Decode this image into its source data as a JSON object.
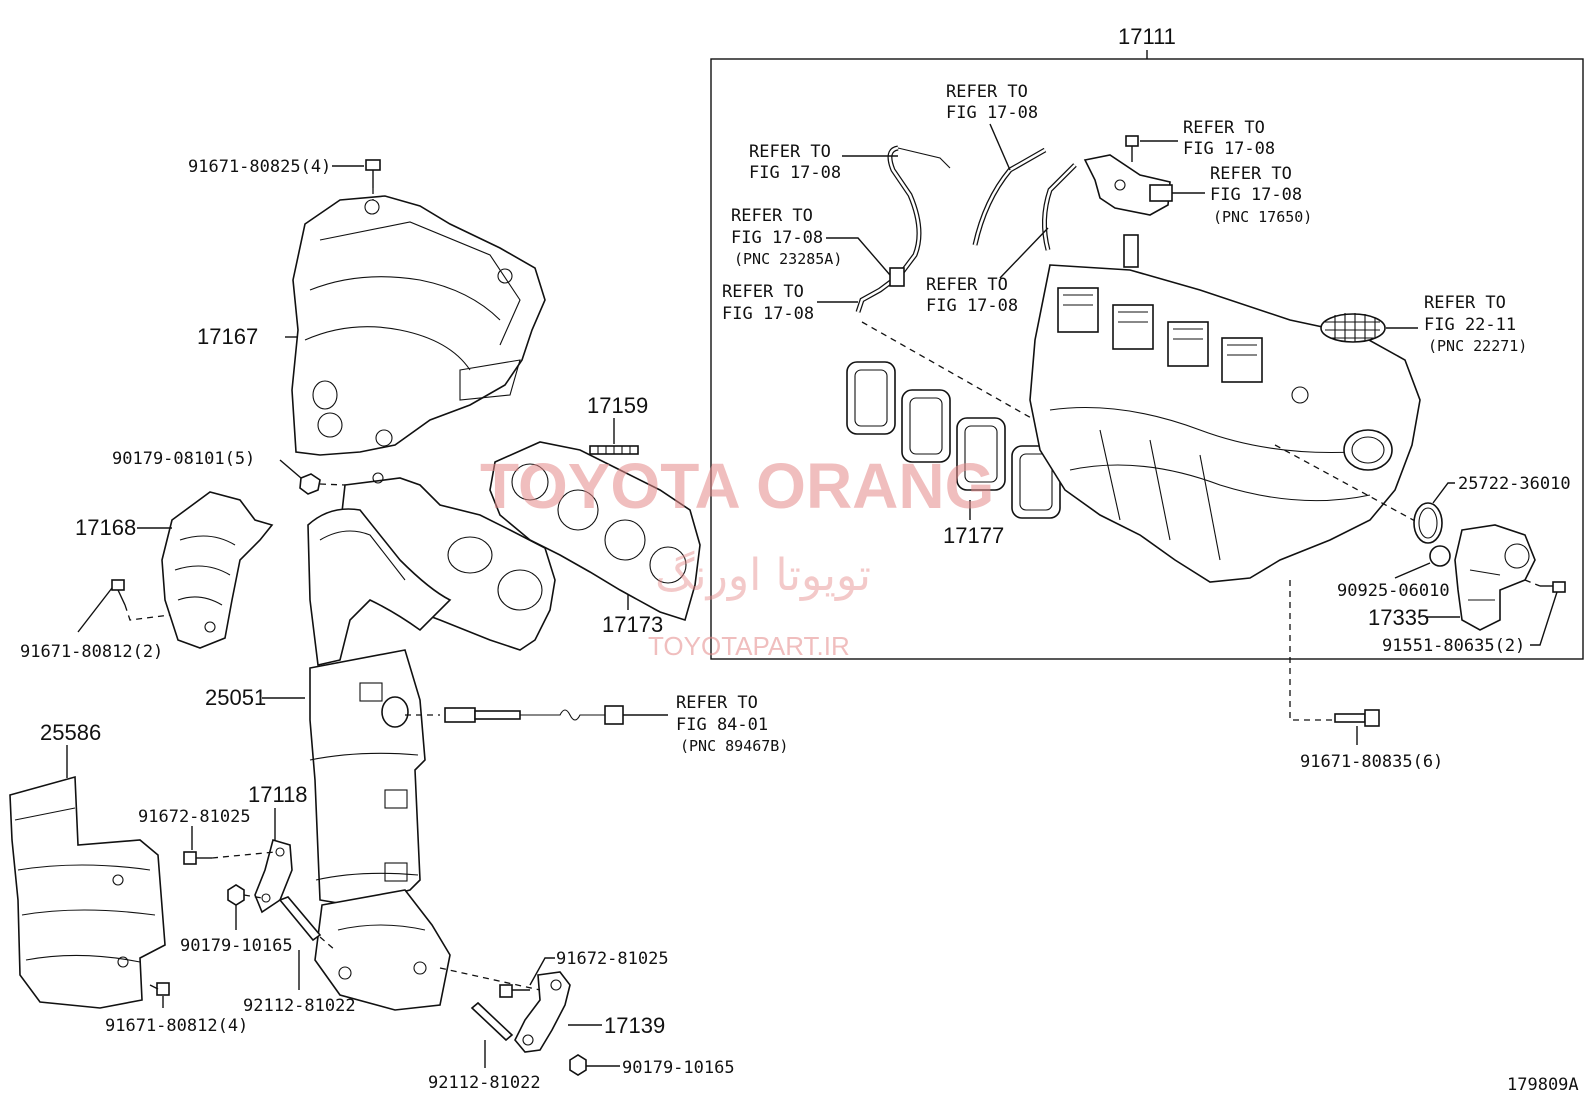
{
  "header": {
    "assembly_number": "17111"
  },
  "labels": {
    "l_91671_80825": "91671-80825(4)",
    "l_17167": "17167",
    "l_90179_08101": "90179-08101(5)",
    "l_17168": "17168",
    "l_91671_80812_2": "91671-80812(2)",
    "l_25586": "25586",
    "l_25051": "25051",
    "l_17118": "17118",
    "l_91672_81025_a": "91672-81025",
    "l_90179_10165_a": "90179-10165",
    "l_92112_81022_a": "92112-81022",
    "l_91671_80812_4": "91671-80812(4)",
    "l_91672_81025_b": "91672-81025",
    "l_17139": "17139",
    "l_92112_81022_b": "92112-81022",
    "l_90179_10165_b": "90179-10165",
    "l_17159": "17159",
    "l_17173": "17173",
    "l_17177": "17177",
    "l_25722_36010": "25722-36010",
    "l_90925_06010": "90925-06010",
    "l_17335": "17335",
    "l_91551_80635": "91551-80635(2)",
    "l_91671_80835": "91671-80835(6)"
  },
  "refs": {
    "r1": {
      "line1": "REFER TO",
      "line2": "FIG 17-08"
    },
    "r2": {
      "line1": "REFER TO",
      "line2": "FIG 17-08"
    },
    "r3": {
      "line1": "REFER TO",
      "line2": "FIG 17-08"
    },
    "r4": {
      "line1": "REFER TO",
      "line2": "FIG 17-08",
      "line3": "(PNC 17650)"
    },
    "r5": {
      "line1": "REFER TO",
      "line2": "FIG 17-08",
      "line3": "(PNC 23285A)"
    },
    "r6": {
      "line1": "REFER TO",
      "line2": "FIG 17-08"
    },
    "r7": {
      "line1": "REFER TO",
      "line2": "FIG 17-08"
    },
    "r8": {
      "line1": "REFER TO",
      "line2": "FIG 22-11",
      "line3": "(PNC 22271)"
    },
    "r9": {
      "line1": "REFER TO",
      "line2": "FIG 84-01",
      "line3": "(PNC 89467B)"
    }
  },
  "watermark": {
    "brand": "TOYOTA ORANG",
    "persian": "تویوتا اورنگ",
    "site": "TOYOTAPART.IR"
  },
  "figure_id": "179809A"
}
